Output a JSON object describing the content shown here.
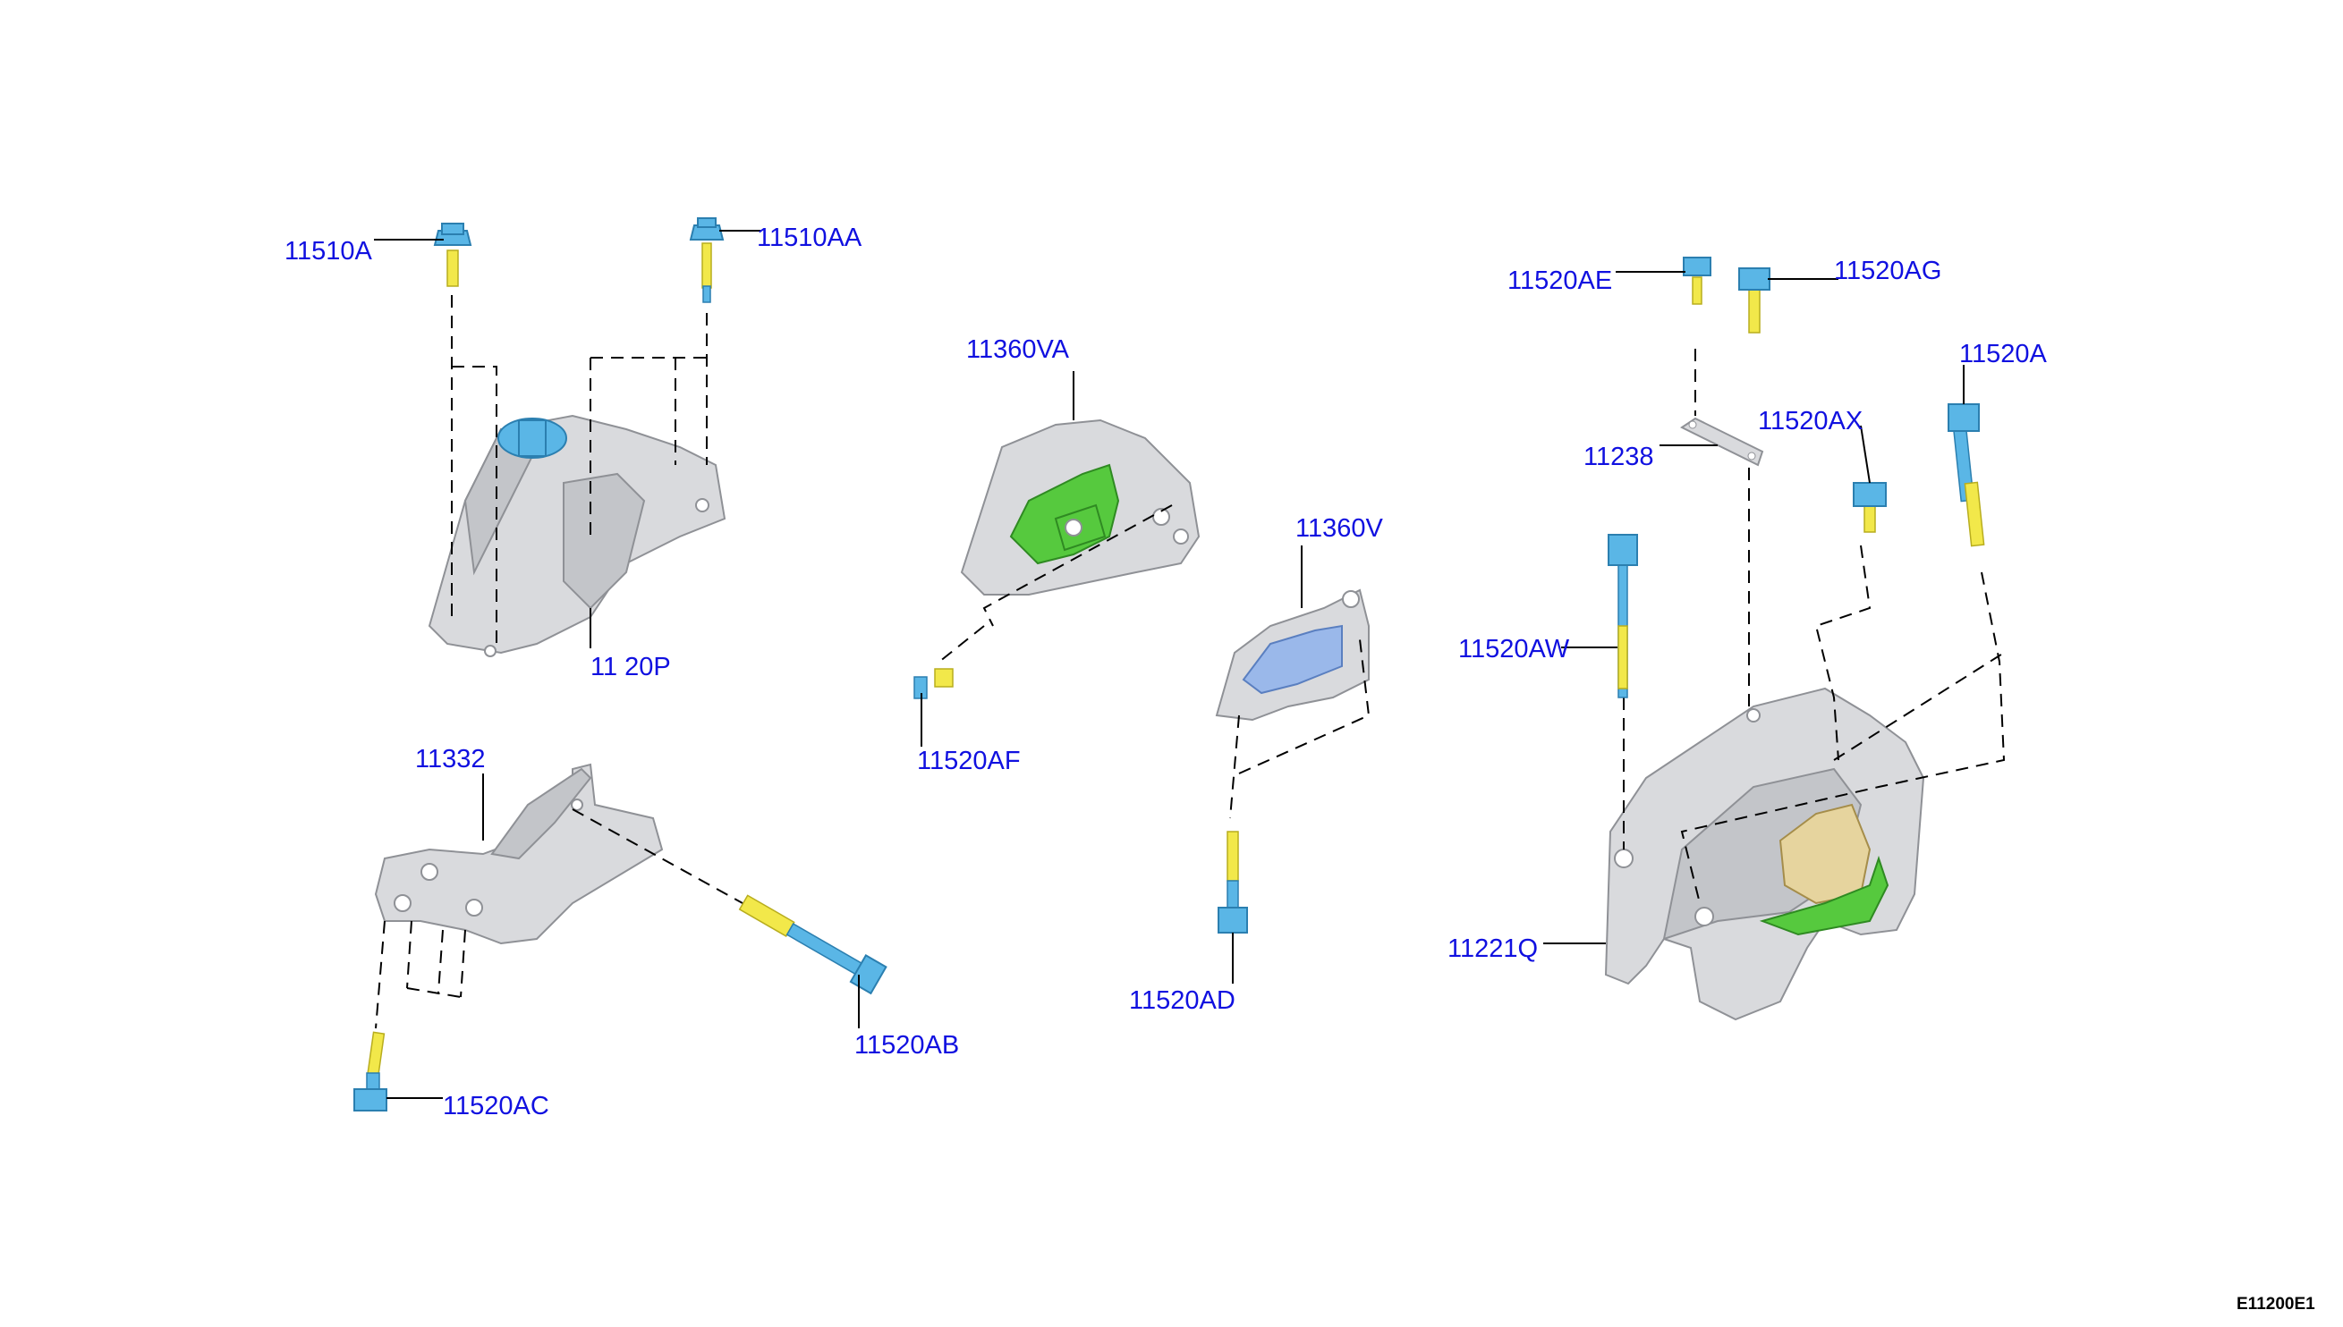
{
  "parts": [
    {
      "id": "bolt-11510a",
      "label": "11510A"
    },
    {
      "id": "bolt-11510aa",
      "label": "11510AA"
    },
    {
      "id": "mount-11120p",
      "label": "11 20P"
    },
    {
      "id": "insulator-11360va",
      "label": "11360VA"
    },
    {
      "id": "bolt-11520af",
      "label": "11520AF"
    },
    {
      "id": "bracket-11360v",
      "label": "11360V"
    },
    {
      "id": "bolt-11520ad",
      "label": "11520AD"
    },
    {
      "id": "bracket-11332",
      "label": "11332"
    },
    {
      "id": "bolt-11520ab",
      "label": "11520AB"
    },
    {
      "id": "bolt-11520ac",
      "label": "11520AC"
    },
    {
      "id": "bolt-11520ae",
      "label": "11520AE"
    },
    {
      "id": "bolt-11520ag",
      "label": "11520AG"
    },
    {
      "id": "bolt-11520a",
      "label": "11520A"
    },
    {
      "id": "plate-11238",
      "label": "11238"
    },
    {
      "id": "bolt-11520ax",
      "label": "11520AX"
    },
    {
      "id": "bolt-11520aw",
      "label": "11520AW"
    },
    {
      "id": "mount-11221q",
      "label": "11221Q"
    }
  ],
  "figure_ref": "E11200E1",
  "colors": {
    "callout_text": "#1010e0",
    "bolt_head": "#5ab6e6",
    "bolt_thread": "#f2e84a",
    "rubber": "#56c93e",
    "metal": "#d9dadd"
  }
}
